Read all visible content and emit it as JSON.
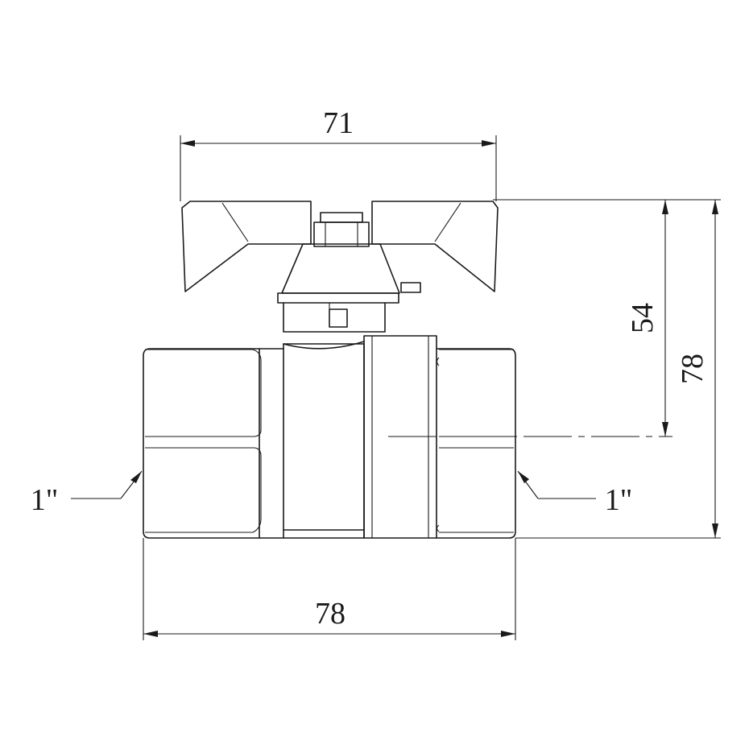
{
  "drawing": {
    "subject": "ball valve with butterfly handle",
    "dimensions": {
      "handle_width": "71",
      "center_height": "54",
      "overall_height": "78",
      "overall_length": "78"
    },
    "threads": {
      "left": "1\"",
      "right": "1\""
    },
    "line_color": "#1a1a1a",
    "background": "#ffffff"
  }
}
